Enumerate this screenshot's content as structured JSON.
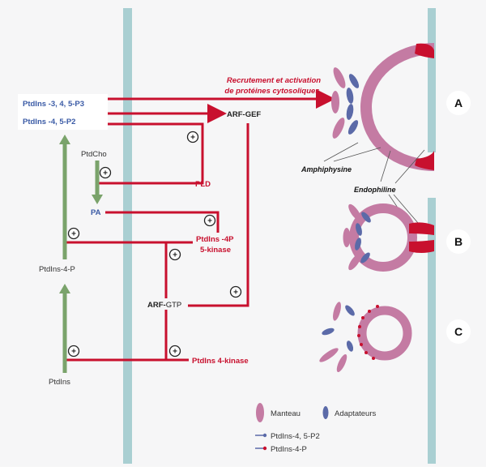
{
  "labels": {
    "ptdins345p3": "PtdIns -3, 4, 5-P3",
    "ptdins45p2": "PtdIns -4, 5-P2",
    "recruit_line1": "Recrutement et activation",
    "recruit_line2": "de protéines cytosoliques",
    "arf_gef": "ARF-GEF",
    "ptdcho": "PtdCho",
    "pld": "PLD",
    "pa": "PA",
    "ptdins4p_5kinase_line1": "PtdIns -4P",
    "ptdins4p_5kinase_line2": "5-kinase",
    "ptdins4p": "PtdIns-4-P",
    "arf_prefix": "ARF-",
    "arf_suffix": "GTP",
    "ptdins4kinase": "PtdIns 4-kinase",
    "ptdins": "PtdIns",
    "amphiphysine": "Amphiphysine",
    "endophiline": "Endophiline",
    "plus": "+"
  },
  "panels": {
    "a": "A",
    "b": "B",
    "c": "C"
  },
  "legend": {
    "manteau": "Manteau",
    "adaptateurs": "Adaptateurs",
    "ptdins45p2": "PtdIns-4, 5-P2",
    "ptdins4p": "PtdIns-4-P"
  },
  "colors": {
    "red": "#c8102e",
    "green": "#7aa36b",
    "membrane": "#a9cfd2",
    "coat": "#c47ba3",
    "adaptor": "#5b6aa8",
    "blue_text": "#3b5ba6",
    "background": "#f6f6f7"
  }
}
